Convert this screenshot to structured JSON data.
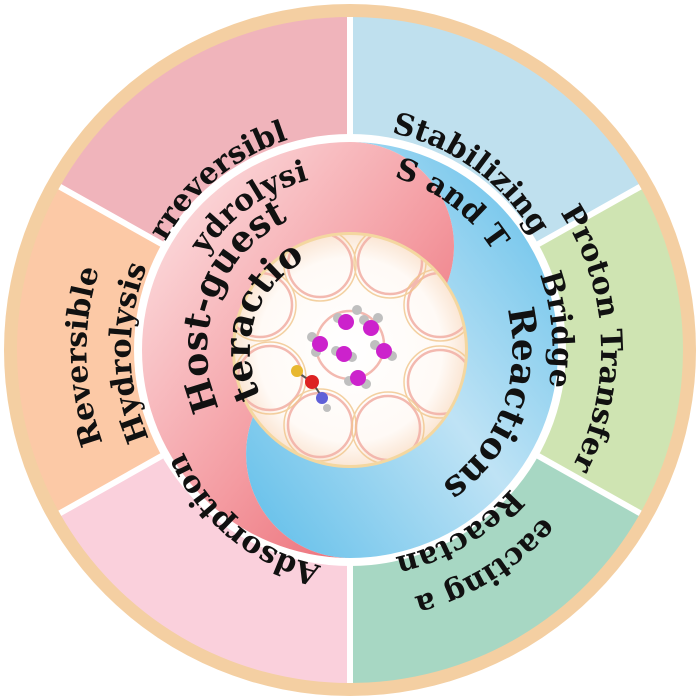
{
  "outer_segments": [
    {
      "id": "irreversible",
      "lines": [
        "Irreversible",
        "Hydrolysis"
      ],
      "color": "#f0b4bb"
    },
    {
      "id": "stabilizing",
      "lines": [
        "Stabilizing",
        "GS and TS"
      ],
      "color": "#bfe0ee"
    },
    {
      "id": "proton",
      "lines": [
        "Proton Transfer",
        "Bridge"
      ],
      "color": "#cfe4b2"
    },
    {
      "id": "reacting",
      "lines": [
        "Reacting as",
        "A Reactant"
      ],
      "color": "#a7d7c3"
    },
    {
      "id": "adsorption",
      "lines": [
        "Adsorption"
      ],
      "color": "#fad0dc"
    },
    {
      "id": "reversible",
      "lines": [
        "Reversible",
        "Hydrolysis"
      ],
      "color": "#fcc9a6"
    }
  ],
  "inner": {
    "host_guest_lines": [
      "Host-guest",
      "Interactions"
    ],
    "reactions_label": "Reactions",
    "host_color": "#ec6f77",
    "reaction_color": "#63c0ea"
  },
  "molecule_icons": [
    "zeolite-framework-icon",
    "water-molecule-icon"
  ]
}
